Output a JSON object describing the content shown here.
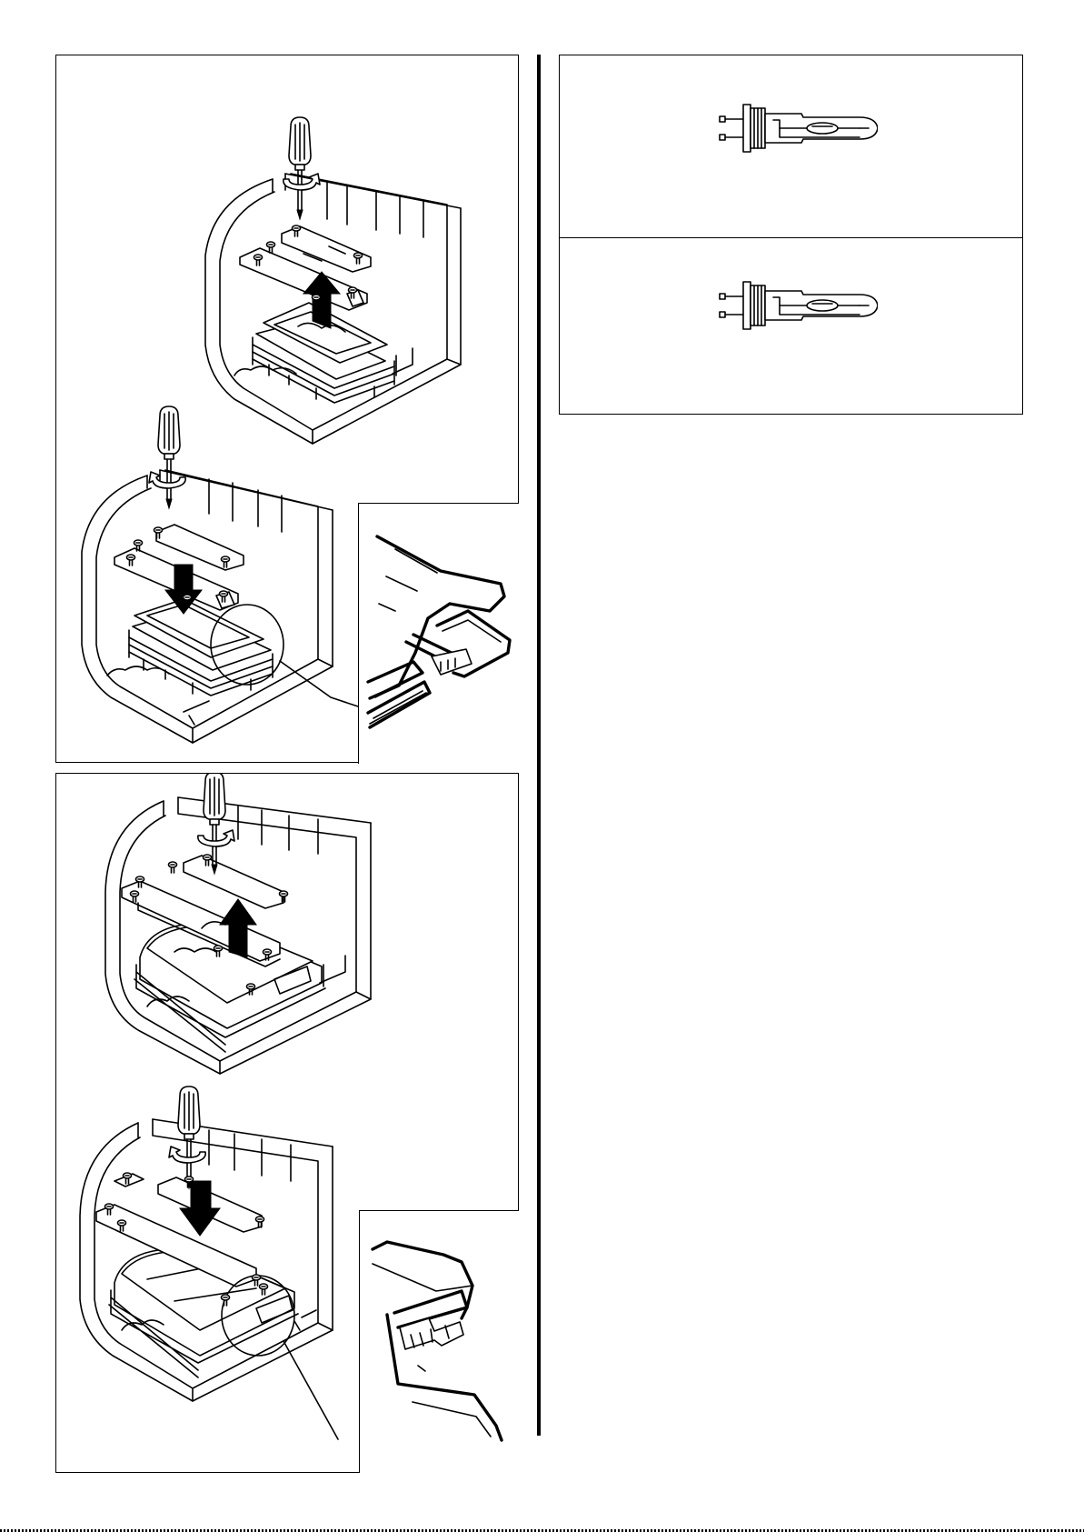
{
  "page": {
    "type": "lamp replacement instruction sheet (illustrations only)",
    "text_elements": []
  },
  "left_column": {
    "panels": [
      {
        "id": "panel-1",
        "steps": [
          "unscrew-and-lift-reflector",
          "insert-and-screw-reflector"
        ],
        "detail_inset": "connector-detail"
      },
      {
        "id": "panel-2",
        "steps": [
          "unscrew-and-lift-glass",
          "insert-and-screw-glass"
        ],
        "detail_inset": "edge-clip-detail"
      }
    ]
  },
  "right_column": {
    "lamp_boxes": [
      {
        "id": "lamp-box-1",
        "icon": "metal-halide-lamp-icon"
      },
      {
        "id": "lamp-box-2",
        "icon": "metal-halide-lamp-icon"
      }
    ]
  },
  "colors": {
    "line": "#000000",
    "background": "#ffffff"
  }
}
